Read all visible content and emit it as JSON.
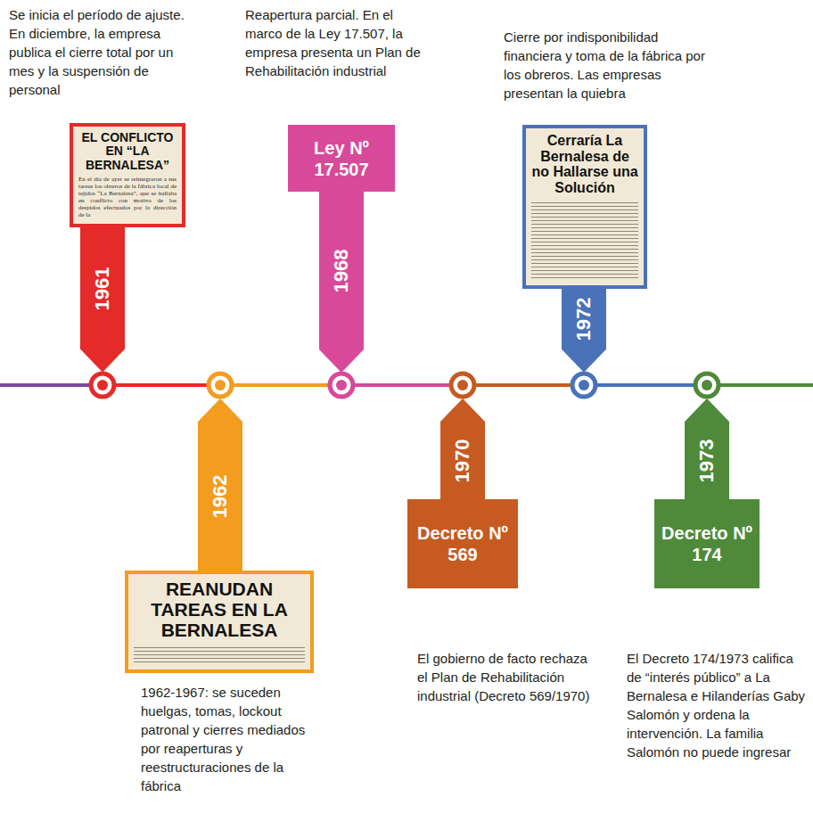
{
  "diagram": {
    "nodes": [
      {
        "text": [
          "EL CONFLICTO EN “LA BERNALESA”",
          "En el día de ayer se reintegraron a sus tareas los obreros de la fábrica local de tejidos “La Bernalesa”, que se hallaba en conflicto con motivo de los despidos efectuados por la dirección de la"
        ]
      },
      {
        "text": [
          "1961"
        ]
      },
      {
        "text": [
          "1962"
        ]
      },
      {
        "text": [
          "REANUDAN TAREAS EN LA BERNALESA"
        ]
      },
      {
        "text": [
          "Ley Nº 17.507",
          "1968"
        ]
      },
      {
        "text": [
          "1970",
          "Decreto Nº 569"
        ]
      },
      {
        "text": [
          "Cerraría La Bernalesa de no Hallarse una Solución"
        ]
      },
      {
        "text": [
          "1972"
        ]
      },
      {
        "text": [
          "1973",
          "Decreto Nº 174"
        ]
      }
    ],
    "labels": [
      "Se inicia el período de ajuste. En diciembre, la empresa publica el cierre total por un mes y la suspensión de personal",
      "Reapertura parcial. En el marco de la Ley 17.507, la empresa presenta un Plan de Rehabilitación industrial",
      "Cierre por indisponibilidad financiera y toma de la fábrica por los obreros. Las empresas presentan la quiebra",
      "1962-1967: se suceden huelgas, tomas, lockout patronal y cierres mediados por reaperturas y reestructuraciones de la fábrica",
      "El gobierno de facto rechaza el Plan de Rehabilitación industrial (Decreto 569/1970)",
      "El Decreto 174/1973 califica de “interés público” a La Bernalesa e Hilanderías Gaby Salomón y ordena la intervención. La familia Salomón no puede ingresar"
    ]
  }
}
